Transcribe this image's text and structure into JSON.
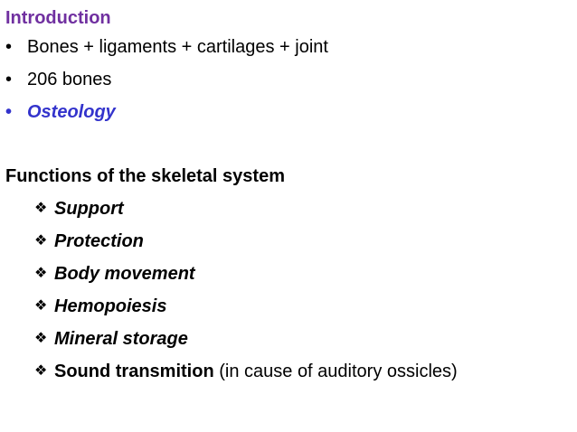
{
  "slide": {
    "title": "Introduction",
    "bullets": [
      {
        "text": "Bones + ligaments + cartilages + joint"
      },
      {
        "text": "206 bones"
      },
      {
        "text": "Osteology"
      }
    ],
    "bullet_glyph": "•",
    "section_heading": "Functions of the skeletal system",
    "diamond_glyph": "❖",
    "functions": [
      {
        "label": "Support"
      },
      {
        "label": "Protection"
      },
      {
        "label": "Body movement"
      },
      {
        "label": "Hemopoiesis"
      },
      {
        "label": "Mineral storage"
      },
      {
        "label": "Sound transmition",
        "note": " (in cause of auditory ossicles)"
      }
    ]
  },
  "colors": {
    "title": "#7030a0",
    "highlight_bullet": "#3333cc",
    "text": "#000000",
    "background": "#ffffff"
  },
  "icons": {
    "bullet": "bullet-dot-icon",
    "function_marker": "four-diamond-icon"
  }
}
